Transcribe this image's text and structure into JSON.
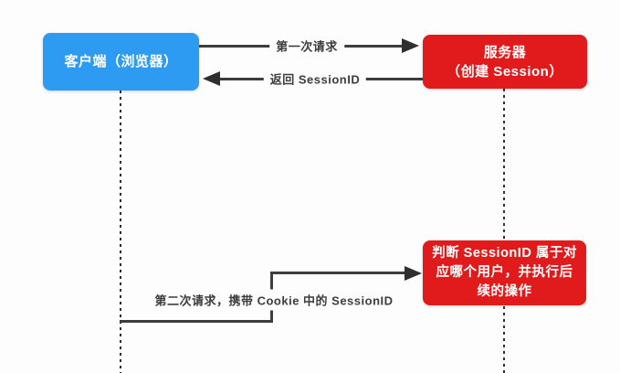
{
  "colors": {
    "bg": "#fdfdfd",
    "blue": "#2E9BF2",
    "red": "#E11A1C",
    "line": "#3d3d3d",
    "arrow": "#2f2f2f",
    "text-dark": "#3d3d3d"
  },
  "diagram": {
    "type": "sequence-flow",
    "nodes": {
      "client": {
        "label": "客户端（浏览器）"
      },
      "server": {
        "line1": "服务器",
        "line2": "（创建 Session）"
      },
      "server_process": {
        "label": "判断 SessionID 属于对应哪个用户，并执行后续的操作"
      }
    },
    "messages": {
      "first_request": {
        "label": "第一次请求",
        "direction": "client-to-server"
      },
      "return_sessionid": {
        "label": "返回 SessionID",
        "direction": "server-to-client"
      },
      "second_request": {
        "label": "第二次请求，携带 Cookie 中的 SessionID",
        "direction": "client-to-server"
      }
    }
  }
}
